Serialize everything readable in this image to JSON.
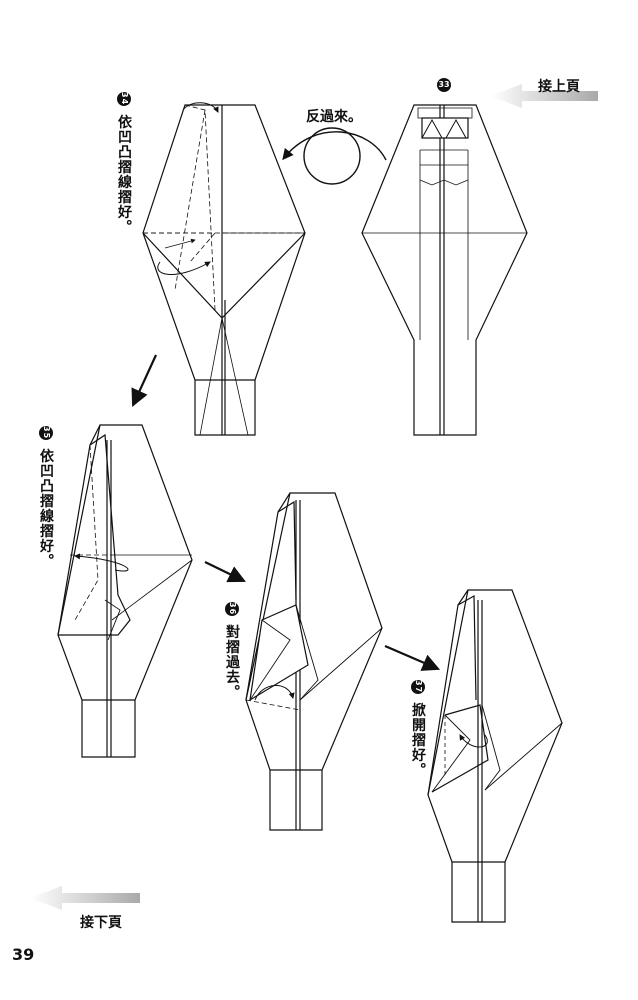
{
  "nav": {
    "prev_label": "接上頁",
    "next_label": "接下頁"
  },
  "page_number": "39",
  "steps": [
    {
      "number": "33",
      "text": ""
    },
    {
      "number": "34",
      "text": "依凹凸摺線摺好。"
    },
    {
      "number": "35",
      "text": "依凹凸摺線摺好。"
    },
    {
      "number": "36",
      "text": "對摺過去。"
    },
    {
      "number": "37",
      "text": "掀開摺好。"
    }
  ],
  "turn_over_label": "反過來。"
}
